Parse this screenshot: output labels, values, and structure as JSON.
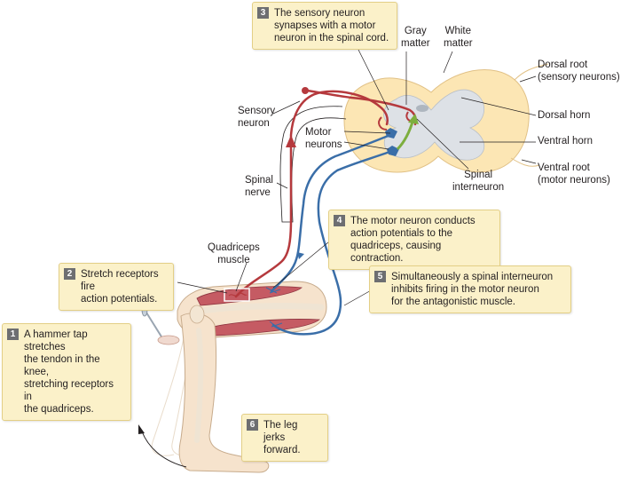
{
  "labels": {
    "gray_matter": "Gray\nmatter",
    "white_matter": "White\nmatter",
    "dorsal_root": "Dorsal root\n(sensory neurons)",
    "dorsal_horn": "Dorsal horn",
    "ventral_horn": "Ventral horn",
    "ventral_root": "Ventral root\n(motor neurons)",
    "sensory_neuron": "Sensory\nneuron",
    "motor_neurons": "Motor\nneurons",
    "spinal_nerve": "Spinal\nnerve",
    "spinal_interneuron": "Spinal\ninterneuron",
    "quadriceps_muscle": "Quadriceps\nmuscle"
  },
  "steps": [
    {
      "num": "1",
      "text": "A hammer tap stretches\nthe tendon in the knee,\nstretching receptors in\nthe quadriceps."
    },
    {
      "num": "2",
      "text": "Stretch receptors fire\naction potentials."
    },
    {
      "num": "3",
      "text": "The sensory neuron\nsynapses with a motor\nneuron in the spinal cord."
    },
    {
      "num": "4",
      "text": "The motor neuron conducts\naction potentials to the\nquadriceps, causing contraction."
    },
    {
      "num": "5",
      "text": "Simultaneously a spinal interneuron\ninhibits firing in the motor neuron\nfor the antagonistic muscle."
    },
    {
      "num": "6",
      "text": "The leg jerks\nforward."
    }
  ],
  "colors": {
    "sensory": "#b5393d",
    "motor": "#3a6ea8",
    "interneuron": "#7dae3e",
    "white_matter": "#fce6b4",
    "gray_matter": "#dde1e6",
    "callout": "#fbf1c9",
    "skin": "#f6e3cd"
  }
}
